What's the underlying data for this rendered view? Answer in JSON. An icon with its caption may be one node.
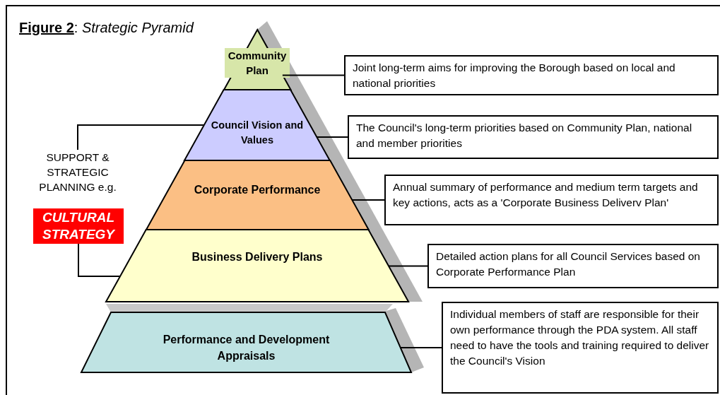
{
  "diagram": {
    "title": "**Figure 2**: *Strategic Pyramid*",
    "nodes": [
      {
        "text": [
          "Community Plan"
        ]
      },
      {
        "text": [
          "Council Vision and Values"
        ]
      },
      {
        "text": [
          "Corporate Performance"
        ]
      },
      {
        "text": [
          "Business Delivery Plans"
        ]
      },
      {
        "text": [
          "Performance and Development Appraisals"
        ]
      },
      {
        "text": [
          "Joint long-term aims for improving the Borough based on local and national priorities"
        ]
      },
      {
        "text": [
          "The Council's long-term priorities based on Community Plan, national and member priorities"
        ]
      },
      {
        "text": [
          "Annual summary of performance and medium term targets and key actions, acts as a 'Corporate Business Deliverv Plan'"
        ]
      },
      {
        "text": [
          "Detailed action plans for all Council Services based on Corporate Performance Plan"
        ]
      },
      {
        "text": [
          "Individual members of staff are responsible for their own performance through the PDA system.   All staff need to have the tools and training required to deliver the Council's Vision"
        ]
      },
      {
        "text": [
          "SUPPORT & STRATEGIC PLANNING e.g."
        ]
      },
      {
        "text": [
          "CULTURAL STRATEGY"
        ]
      }
    ],
    "edges": [
      {
        "from": 0,
        "to": 5,
        "arrow": "none"
      },
      {
        "from": 1,
        "to": 6,
        "arrow": "none"
      },
      {
        "from": 2,
        "to": 7,
        "arrow": "none"
      },
      {
        "from": 3,
        "to": 8,
        "arrow": "none"
      },
      {
        "from": 4,
        "to": 9,
        "arrow": "none"
      },
      {
        "from": 10,
        "to": 1,
        "arrow": "none"
      },
      {
        "from": 11,
        "to": 3,
        "arrow": "none"
      }
    ]
  }
}
